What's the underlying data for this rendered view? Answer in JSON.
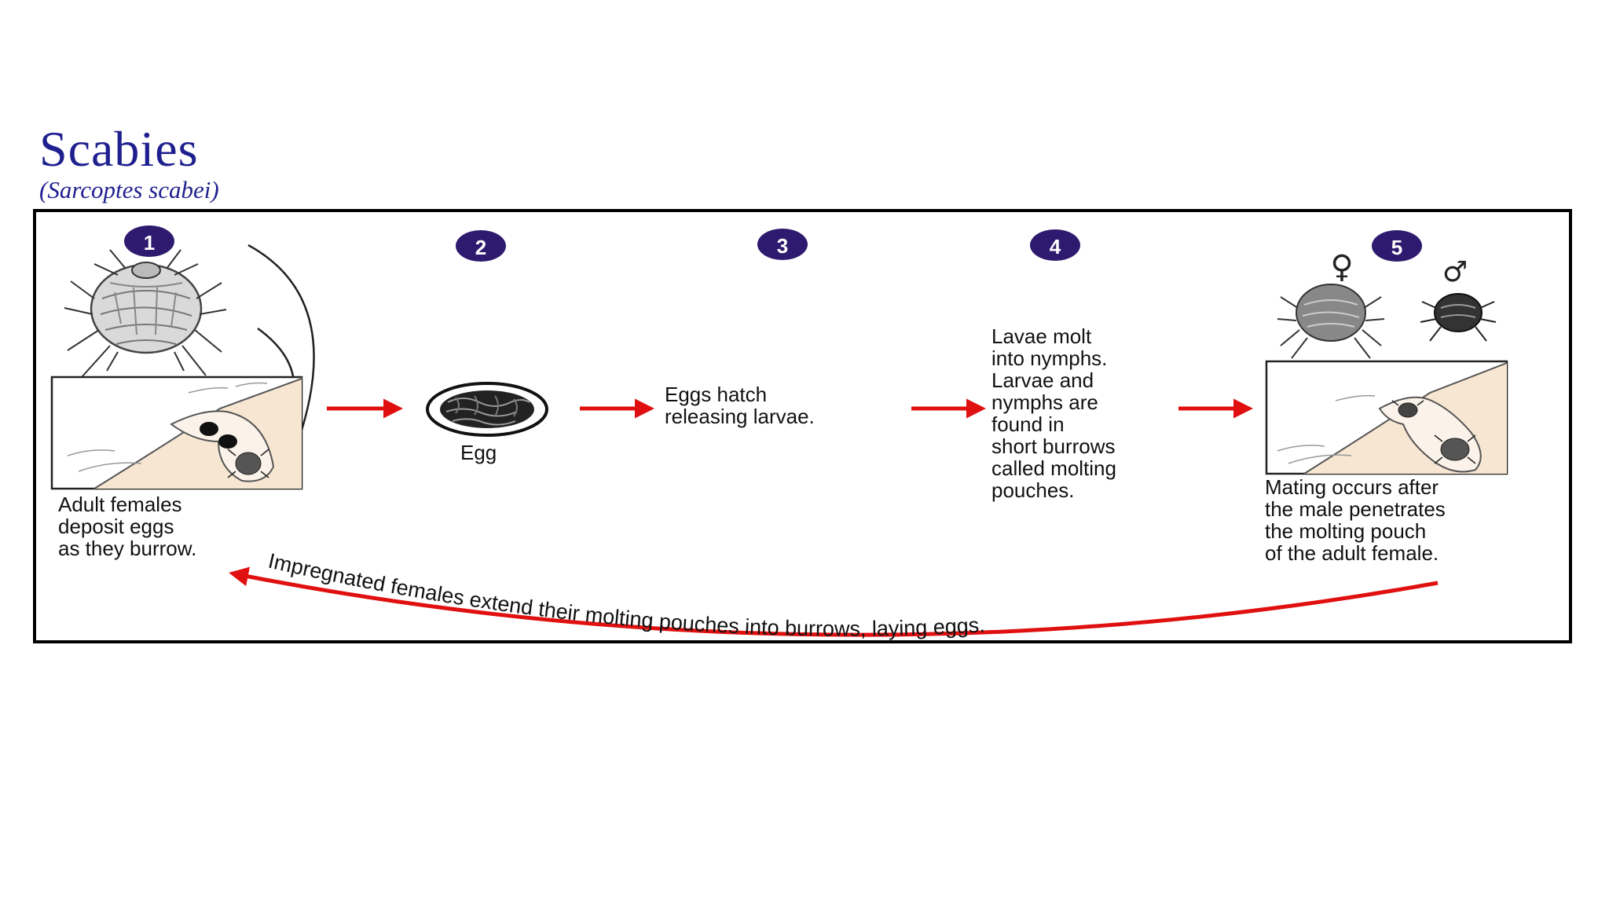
{
  "title": "Scabies",
  "subtitle": "(Sarcoptes scabei)",
  "colors": {
    "title": "#1f1f8f",
    "step_badge": "#2e1a6e",
    "arrow": "#e01010",
    "skin": "#f6e6d2"
  },
  "steps": [
    {
      "number": "1",
      "text": "Adult females\ndeposit eggs\nas they burrow."
    },
    {
      "number": "2",
      "text": "Egg"
    },
    {
      "number": "3",
      "text": "Eggs hatch\nreleasing larvae."
    },
    {
      "number": "4",
      "text": "Lavae molt\ninto nymphs.\nLarvae and\nnymphs are\nfound in\nshort burrows\ncalled molting\npouches."
    },
    {
      "number": "5",
      "text": "Mating occurs after\nthe male penetrates\nthe molting pouch\nof the adult female."
    }
  ],
  "symbols": {
    "female": "♀",
    "male": "♂"
  },
  "icons": [
    "mite-icon",
    "burrow-icon",
    "egg-icon",
    "female-symbol-icon",
    "male-symbol-icon"
  ],
  "return_arrow_label": "Impregnated females extend their molting pouches into burrows, laying eggs."
}
